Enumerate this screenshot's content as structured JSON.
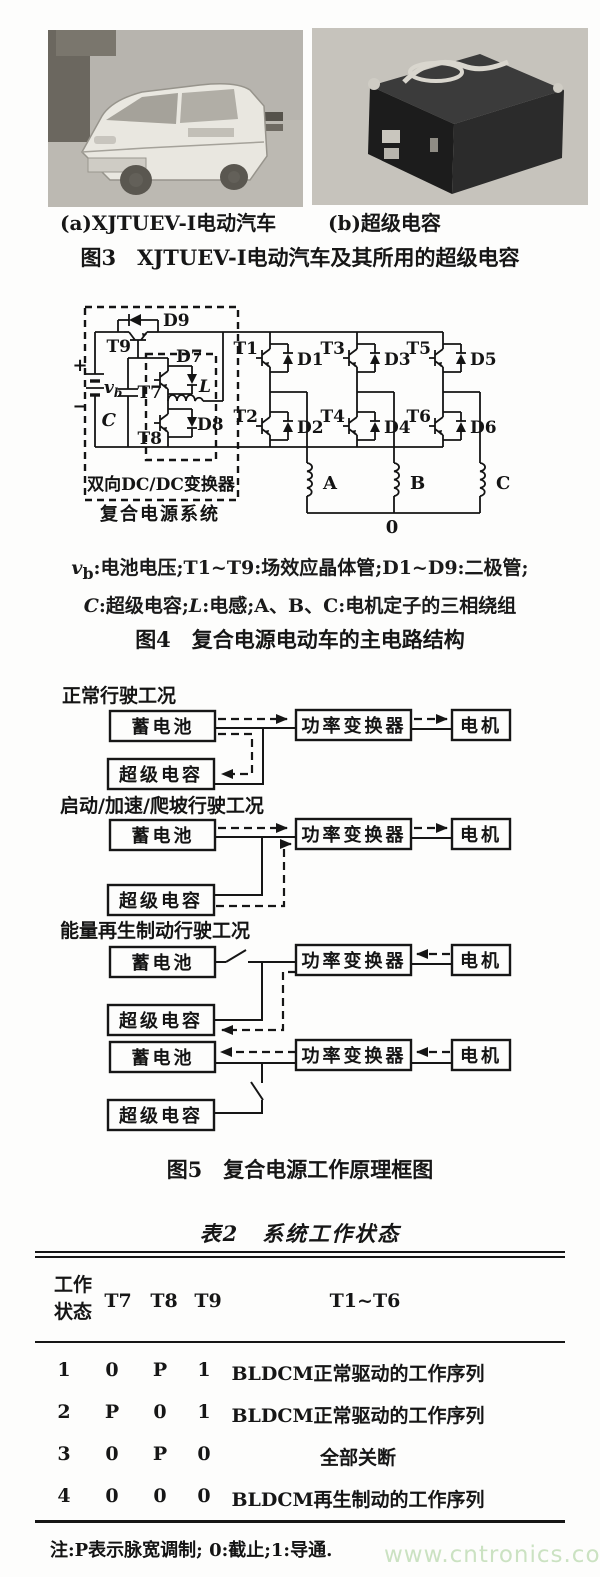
{
  "page": {
    "watermark": "www.cntronics.com",
    "watermark_color": "#cbe2c2"
  },
  "figure3": {
    "label_a": "(a)XJTUEV-I电动汽车",
    "label_b": "(b)超级电容",
    "caption": "图3　XJTUEV-I电动汽车及其所用的超级电容"
  },
  "figure4": {
    "caption": "图4　复合电源电动车的主电路结构",
    "legend": {
      "vb_var": "v",
      "vb_sub": "b",
      "line1_rest": ":电池电压;T1~T9:场效应晶体管;D1~D9:二极管;",
      "c_var": "C",
      "c_rest": ":超级电容;",
      "l_var": "L",
      "l_rest": ":电感;A、B、C:电机定子的三相绕组"
    },
    "labels": {
      "d9": "D9",
      "t9": "T9",
      "plus": "+",
      "minus": "−",
      "vb_var": "v",
      "vb_sub": "b",
      "cap": "C",
      "t7": "T7",
      "d7": "D7",
      "ind": "L",
      "t8": "T8",
      "d8": "D8",
      "t1": "T1",
      "d1": "D1",
      "t2": "T2",
      "d2": "D2",
      "t3": "T3",
      "d3": "D3",
      "t4": "T4",
      "d4": "D4",
      "t5": "T5",
      "d5": "D5",
      "t6": "T6",
      "d6": "D6",
      "ph_a": "A",
      "ph_b": "B",
      "ph_c": "C",
      "neutral": "0",
      "dcdc_box": "双向DC/DC变换器",
      "system": "复合电源系统"
    }
  },
  "figure5": {
    "caption": "图5　复合电源工作原理框图",
    "group1_title": "正常行驶工况",
    "group2_title": "启动/加速/爬坡行驶工况",
    "group3_title": "能量再生制动行驶工况",
    "block_battery": "蓄电池",
    "block_supercap": "超级电容",
    "block_converter": "功率变换器",
    "block_motor": "电机"
  },
  "table2": {
    "title": "表2　系统工作状态",
    "headers": {
      "col1": "工作状态",
      "col2": "T7",
      "col3": "T8",
      "col4": "T9",
      "col5": "T1~T6"
    },
    "rows": [
      {
        "state": "1",
        "t7": "0",
        "t8": "P",
        "t9": "1",
        "desc": "BLDCM正常驱动的工作序列"
      },
      {
        "state": "2",
        "t7": "P",
        "t8": "0",
        "t9": "1",
        "desc": "BLDCM正常驱动的工作序列"
      },
      {
        "state": "3",
        "t7": "0",
        "t8": "P",
        "t9": "0",
        "desc": "全部关断"
      },
      {
        "state": "4",
        "t7": "0",
        "t8": "0",
        "t9": "0",
        "desc": "BLDCM再生制动的工作序列"
      }
    ],
    "note": "注:P表示脉宽调制; 0:截止;1:导通."
  }
}
